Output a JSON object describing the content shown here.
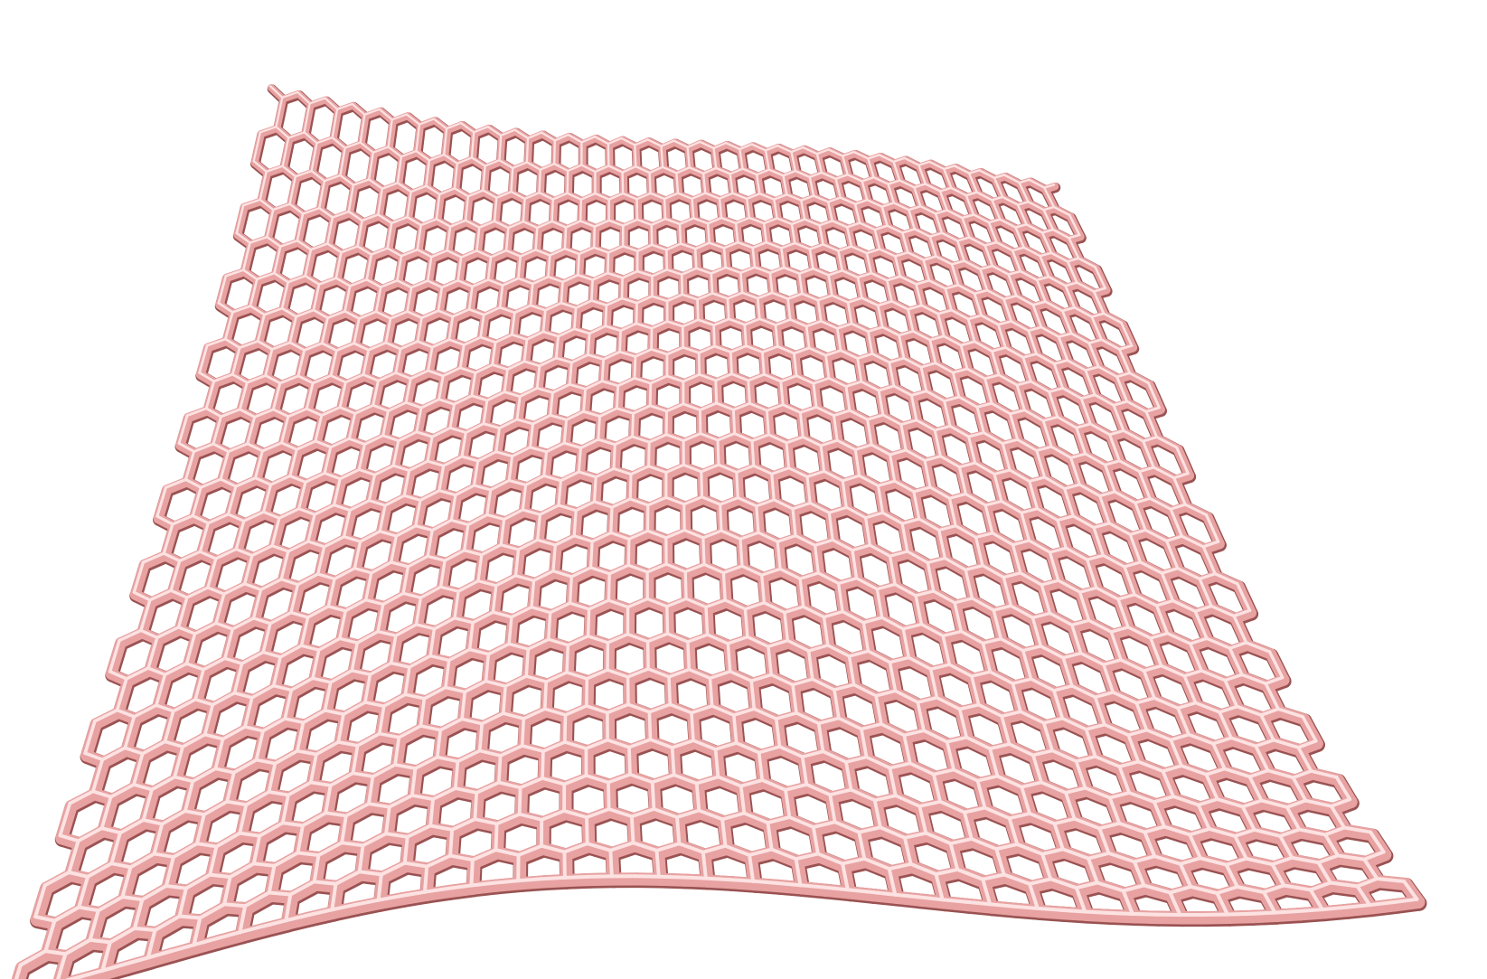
{
  "scene": {
    "subject": "graphene-sheet",
    "rendering": "stick-model",
    "background_color": "#ffffff",
    "bond_color": "#e8a2a2",
    "bond_highlight_color": "#fde2e2",
    "bond_shadow_color": "#9a5252",
    "lattice": "hexagonal",
    "rows": 24,
    "columns": 30,
    "surface": "wavy"
  }
}
